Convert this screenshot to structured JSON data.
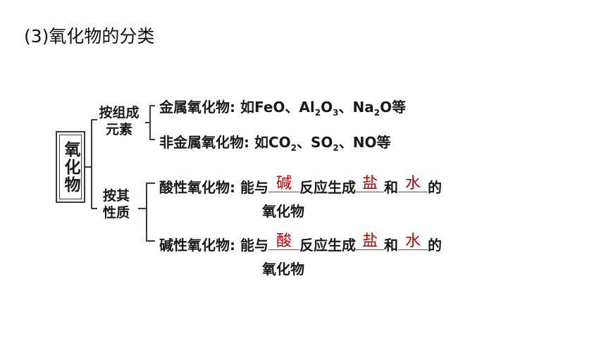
{
  "title": "(3)氧化物的分类",
  "root": "氧化物",
  "categories": [
    {
      "label": [
        "按组成",
        "元素"
      ],
      "items": [
        {
          "name": "金属氧化物",
          "examples_html": "如FeO、Al<sub>2</sub>O<sub>3</sub>、Na<sub>2</sub>O等"
        },
        {
          "name": "非金属氧化物",
          "examples_html": "如CO<sub>2</sub>、SO<sub>2</sub>、NO等"
        }
      ]
    },
    {
      "label": [
        "按其",
        "性质"
      ],
      "items": [
        {
          "name": "酸性氧化物",
          "text_before": "能与",
          "blank1": "碱",
          "text_middle": "反应生成",
          "blank2": "盐",
          "text_and": "和",
          "blank3": "水",
          "text_end": "的",
          "line2": "氧化物"
        },
        {
          "name": "碱性氧化物",
          "text_before": "能与",
          "blank1": "酸",
          "text_middle": "反应生成",
          "blank2": "盐",
          "text_and": "和",
          "blank3": "水",
          "text_end": "的",
          "line2": "氧化物"
        }
      ]
    }
  ],
  "colon": ":",
  "colors": {
    "answer": "#c00000",
    "line": "#3a3a3a"
  }
}
